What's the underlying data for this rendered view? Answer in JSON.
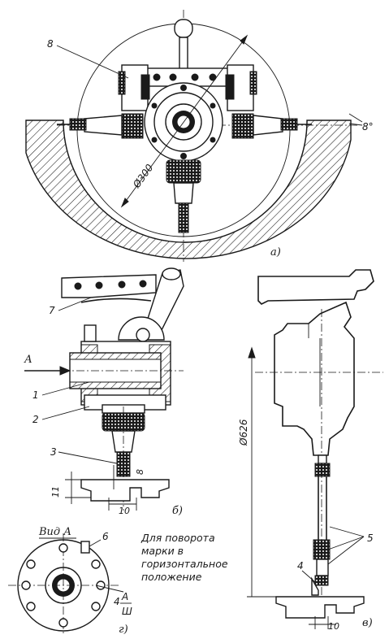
{
  "view_a": {
    "label": "а)",
    "callout": "8",
    "diameter": "Ø300",
    "angle": "8°"
  },
  "view_b": {
    "label": "б)",
    "arrow": "А",
    "callouts": [
      "7",
      "1",
      "2",
      "3"
    ],
    "dims": [
      "8",
      "11",
      "10"
    ]
  },
  "view_c": {
    "label": "в)",
    "diameter": "Ø626",
    "callouts": [
      "5",
      "4"
    ],
    "dim": "10"
  },
  "view_d": {
    "label": "г)",
    "title": "Вид А",
    "callouts": [
      "6",
      "4"
    ],
    "mark_top": "А",
    "mark_bottom": "Ш",
    "note_lines": [
      "Для поворота",
      "марки в",
      "горизонтальное",
      "положение"
    ]
  },
  "colors": {
    "ink": "#1a1a1a",
    "paper": "#ffffff"
  }
}
